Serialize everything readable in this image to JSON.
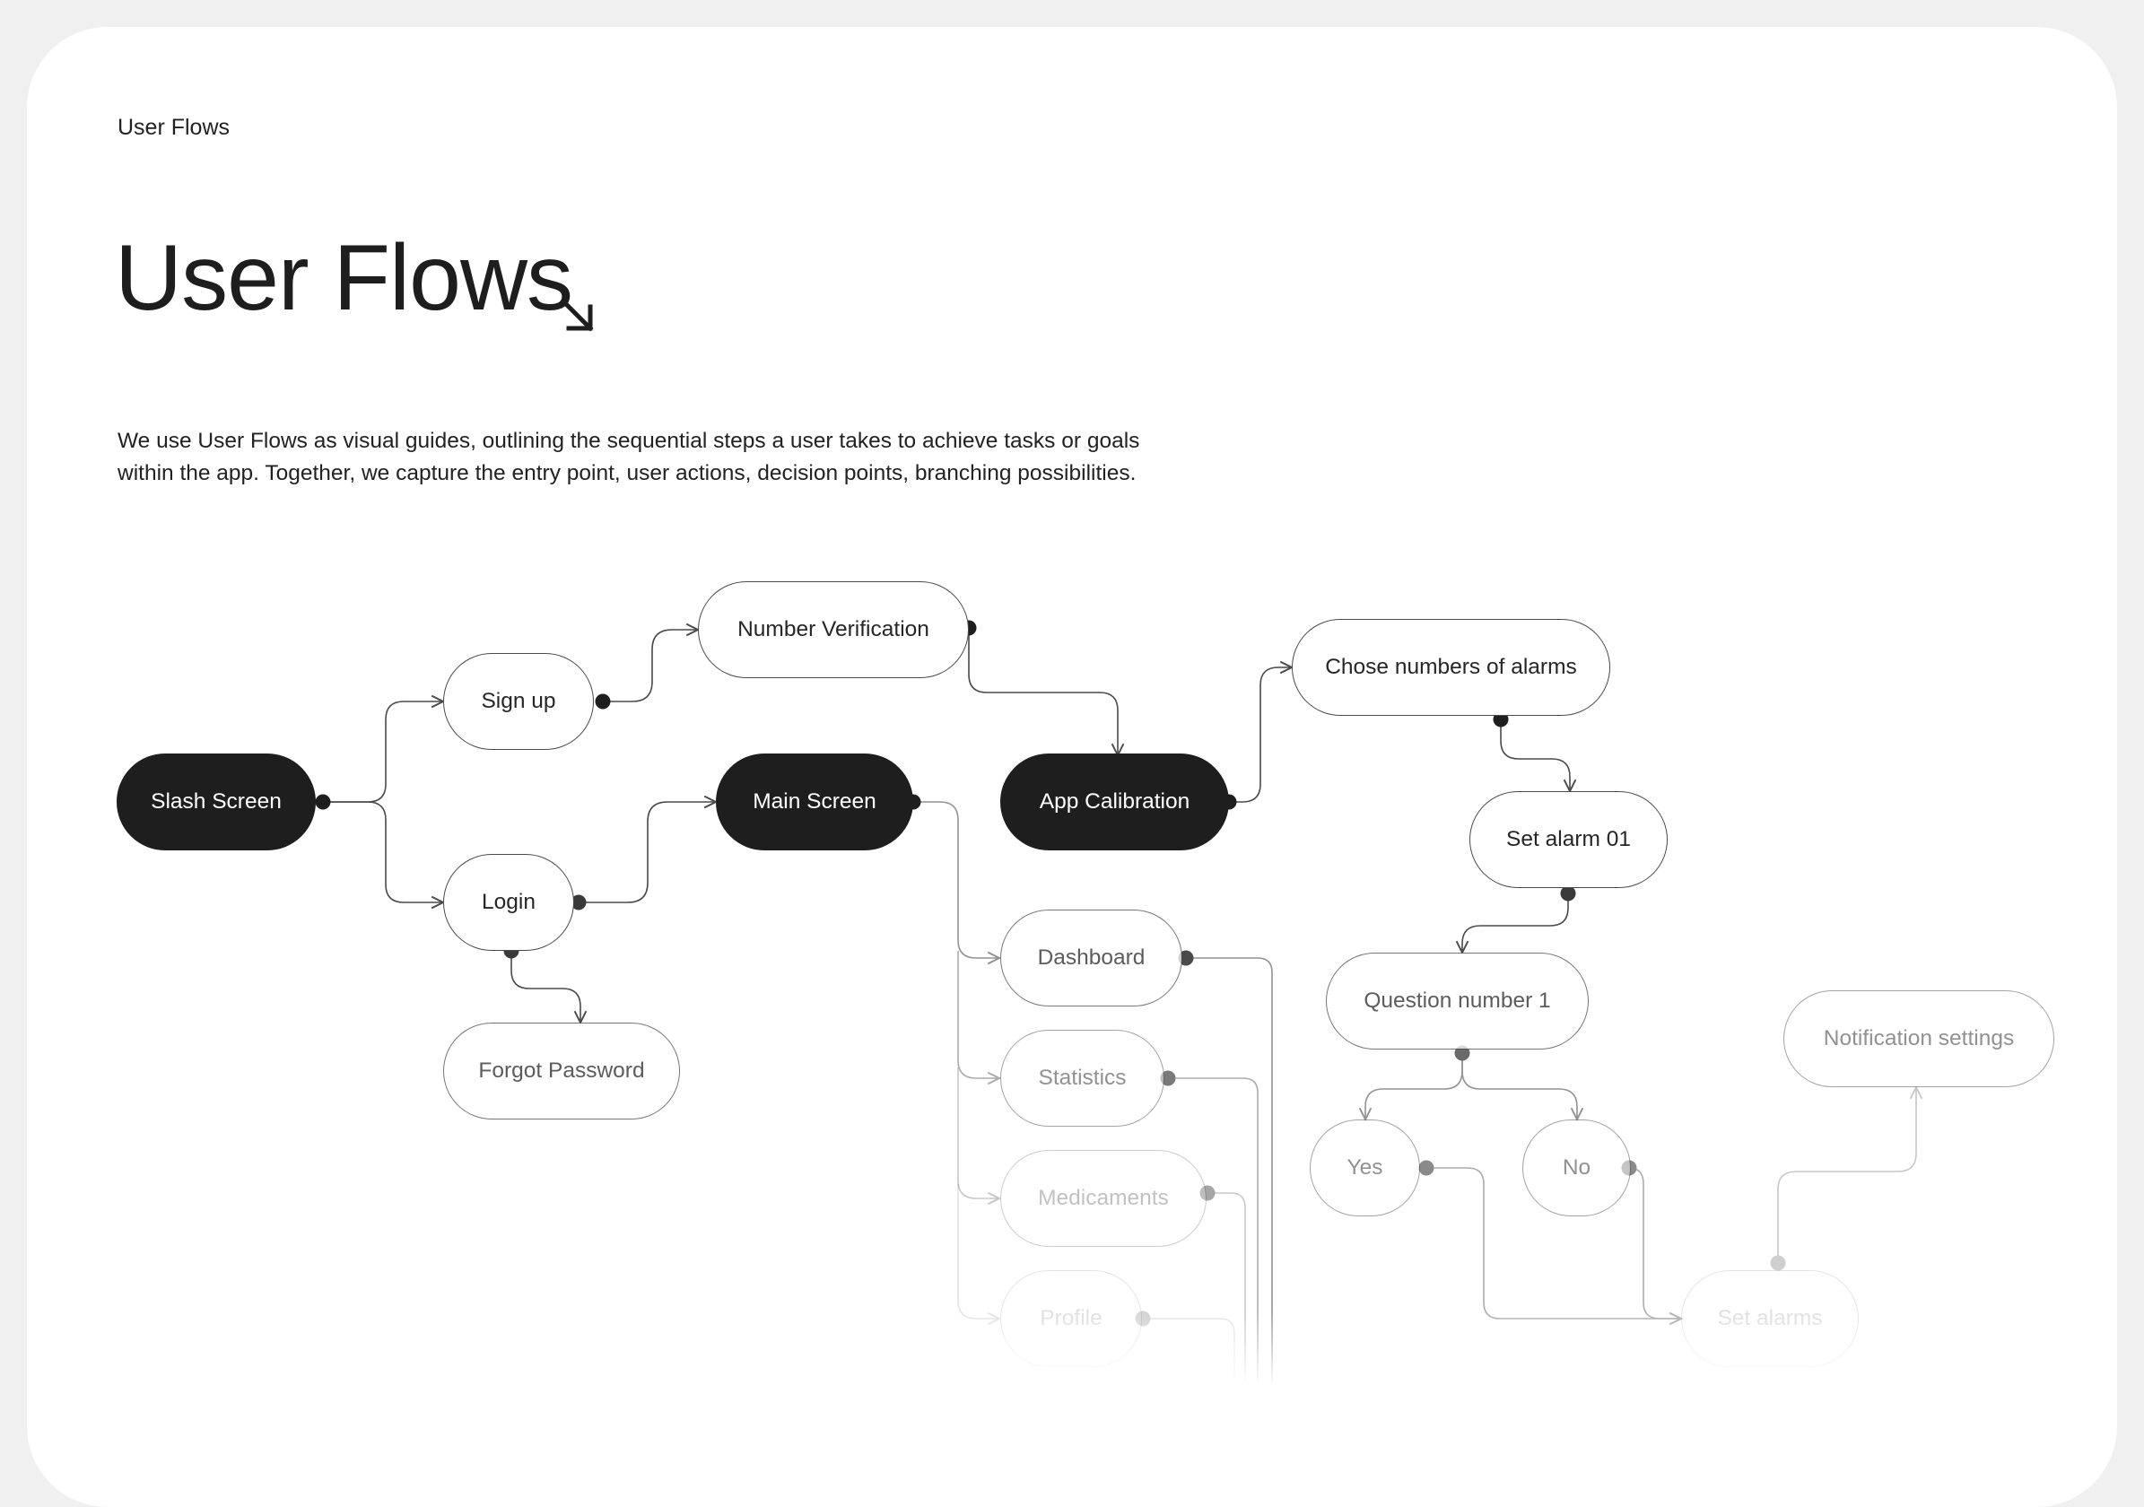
{
  "breadcrumb": "User Flows",
  "page_title": "User Flows",
  "description": {
    "line1": "We use User Flows as visual guides, outlining the sequential steps a user takes to achieve tasks or goals",
    "line2": "within the app. Together, we capture the entry point, user actions, decision points, branching possibilities."
  },
  "nodes": {
    "slash_screen": "Slash Screen",
    "sign_up": "Sign up",
    "login": "Login",
    "forgot_password": "Forgot Password",
    "number_verification": "Number Verification",
    "main_screen": "Main Screen",
    "app_calibration": "App Calibration",
    "chose_alarms": "Chose numbers of alarms",
    "set_alarm_01": "Set alarm 01",
    "question_1": "Question number 1",
    "yes": "Yes",
    "no": "No",
    "set_alarms": "Set alarms",
    "notification_settings": "Notification settings",
    "dashboard": "Dashboard",
    "statistics": "Statistics",
    "medicaments": "Medicaments",
    "profile": "Profile"
  },
  "colors": {
    "dark_node": "#1e1e1e",
    "line": "#4a4a4a",
    "background": "#f0f0f0",
    "card": "#ffffff"
  },
  "icons": {
    "title_arrow": "arrow-down-right-icon"
  }
}
